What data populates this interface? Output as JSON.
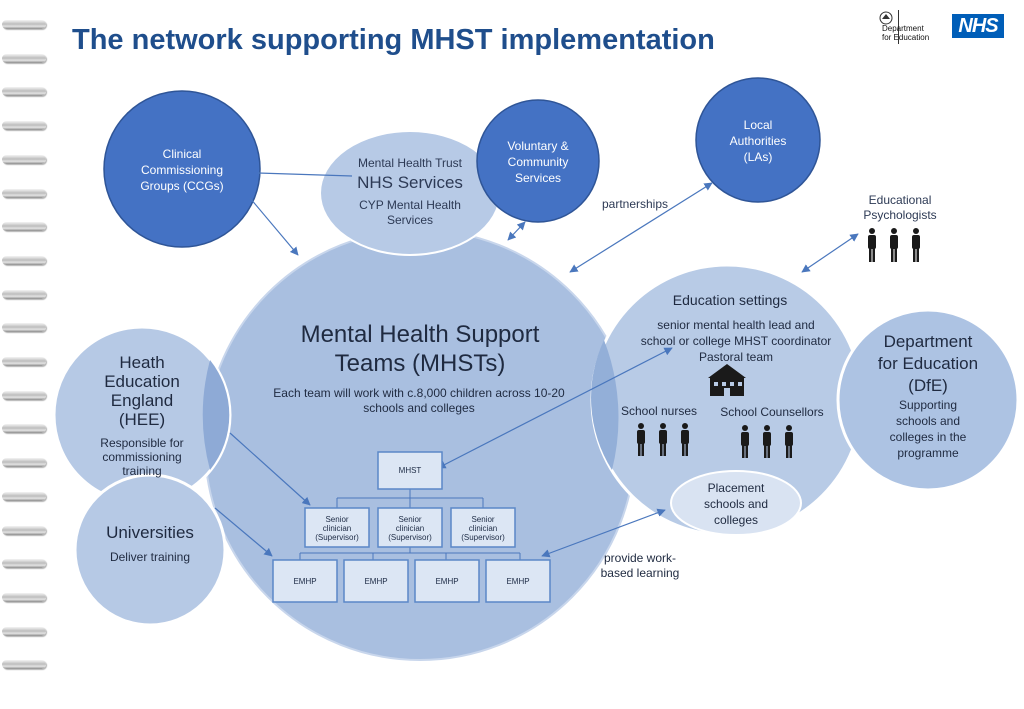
{
  "title": "The network supporting MHST implementation",
  "logos": {
    "dfe_line1": "Department",
    "dfe_line2": "for Education",
    "nhs": "NHS"
  },
  "ccg": {
    "line1": "Clinical",
    "line2": "Commissioning",
    "line3": "Groups (CCGs)"
  },
  "trust": {
    "line1": "Mental Health Trust",
    "line2": "NHS Services",
    "line3": "CYP Mental Health",
    "line4": "Services"
  },
  "vcs": {
    "line1": "Voluntary &",
    "line2": "Community",
    "line3": "Services"
  },
  "la": {
    "line1": "Local",
    "line2": "Authorities",
    "line3": "(LAs)"
  },
  "partnerships": "partnerships",
  "edpsych": {
    "line1": "Educational",
    "line2": "Psychologists"
  },
  "mhst": {
    "line1": "Mental Health Support",
    "line2": "Teams (MHSTs)",
    "desc1": "Each team will work with c.8,000 children across 10-20",
    "desc2": "schools and colleges"
  },
  "hee": {
    "line1": "Heath",
    "line2": "Education",
    "line3": "England",
    "line4": "(HEE)",
    "desc1": "Responsible for",
    "desc2": "commissioning",
    "desc3": "training"
  },
  "universities": {
    "title": "Universities",
    "desc": "Deliver training"
  },
  "edu": {
    "title": "Education settings",
    "line1": "senior mental health lead and",
    "line2": "school or college MHST coordinator",
    "line3": "Pastoral team",
    "nurses": "School nurses",
    "counsellors": "School Counsellors"
  },
  "placement": {
    "line1": "Placement",
    "line2": "schools and",
    "line3": "colleges"
  },
  "workbased": {
    "line1": "provide work-",
    "line2": "based learning"
  },
  "dfe": {
    "line1": "Department",
    "line2": "for Education",
    "line3": "(DfE)",
    "desc1": "Supporting",
    "desc2": "schools and",
    "desc3": "colleges in the",
    "desc4": "programme"
  },
  "org": {
    "top": "MHST",
    "supervisor": [
      "Senior",
      "clinician",
      "(Supervisor)"
    ],
    "emhp": [
      "EMHP",
      "EMHP",
      "EMHP",
      "EMHP"
    ]
  },
  "colors": {
    "title": "#1f4e8c",
    "dark_circle": "#4472c4",
    "light_circle": "#a9bfe0",
    "line": "#4a77bd"
  }
}
